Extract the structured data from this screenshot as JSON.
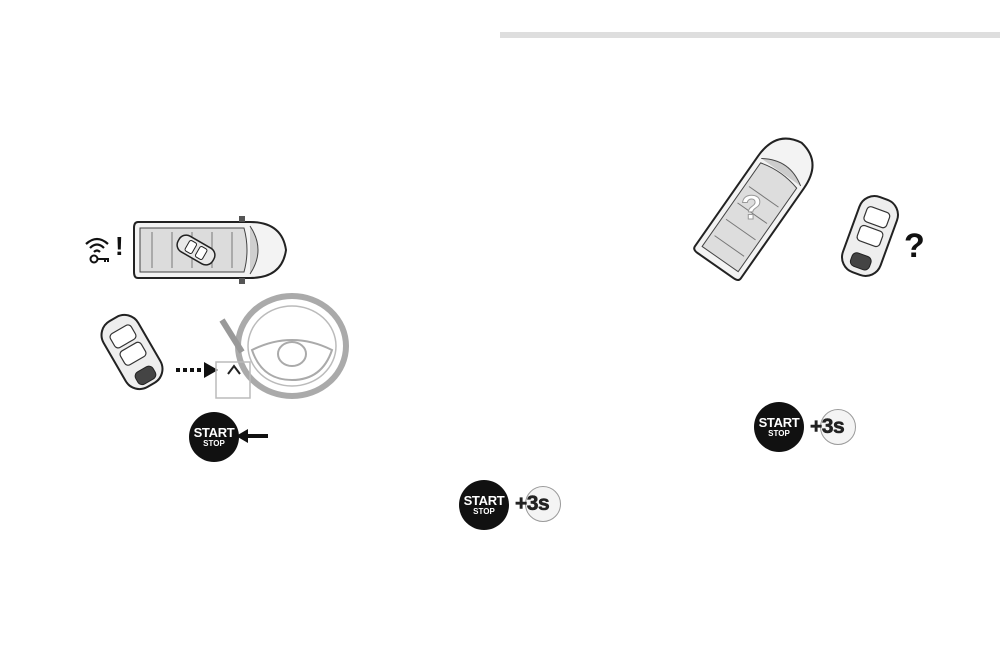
{
  "buttons": {
    "start_left": {
      "top": "START",
      "bottom": "STOP"
    },
    "start_mid": {
      "top": "START",
      "bottom": "STOP"
    },
    "start_right": {
      "top": "START",
      "bottom": "STOP"
    }
  },
  "timer_label": "+3s",
  "marks": {
    "warning": "!",
    "question_car": "?",
    "question_key": "?"
  },
  "icons": {
    "key_signal_warning": "key-signal-icon",
    "arrow": "arrow-left-icon",
    "dashed_arrow": "dashed-arrow-icon"
  }
}
